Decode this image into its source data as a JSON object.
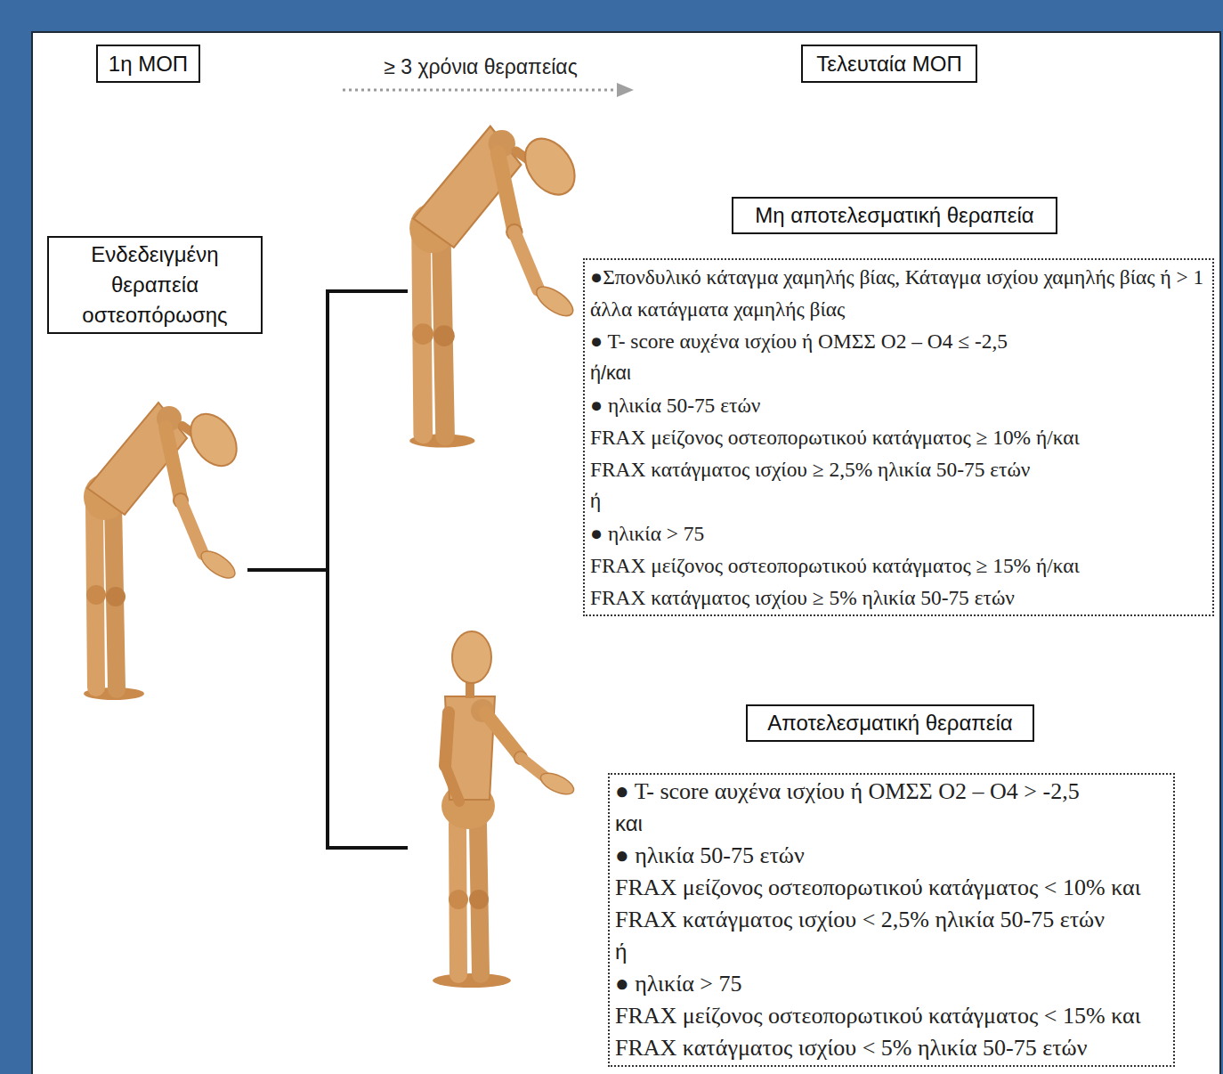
{
  "diagram": {
    "nodes": [
      {
        "text": [
          "1η ΜΟΠ"
        ]
      },
      {
        "text": [
          "Τελευταία ΜΟΠ"
        ]
      },
      {
        "text": [
          "Ενδεδειγμένη θεραπεία οστεοπόρωσης"
        ]
      },
      {
        "text": [
          "Μη αποτελεσματική θεραπεία"
        ]
      },
      {
        "text": [
          "●Σπονδυλικό κάταγμα χαμηλής βίας, Κάταγμα ισχίου χαμηλής βίας ή > 1 άλλα κατάγματα χαμηλής βίας",
          "● T- score αυχένα ισχίου ή ΟΜΣΣ Ο2 – Ο4 ≤ -2,5",
          "ή/και",
          "● ηλικία 50-75 ετών",
          "FRAX μείζονος οστεοπορωτικού κατάγματος ≥ 10% ή/και",
          "FRAX κατάγματος ισχίου ≥ 2,5% ηλικία 50-75 ετών",
          "ή",
          "● ηλικία > 75",
          "FRAX μείζονος οστεοπορωτικού κατάγματος ≥ 15% ή/και",
          "FRAX κατάγματος ισχίου ≥ 5% ηλικία 50-75 ετών"
        ]
      },
      {
        "text": [
          "Αποτελεσματική θεραπεία"
        ]
      },
      {
        "text": [
          "● T- score αυχένα ισχίου ή ΟΜΣΣ Ο2 – Ο4 > -2,5",
          "και",
          "● ηλικία 50-75 ετών",
          "FRAX μείζονος οστεοπορωτικού κατάγματος < 10% και",
          "FRAX κατάγματος ισχίου < 2,5% ηλικία 50-75 ετών",
          "ή",
          "● ηλικία > 75",
          "FRAX μείζονος οστεοπορωτικού κατάγματος < 15% και",
          "FRAX κατάγματος ισχίου < 5% ηλικία 50-75 ετών"
        ]
      }
    ],
    "labels": [
      "≥ 3 χρόνια θεραπείας"
    ]
  }
}
